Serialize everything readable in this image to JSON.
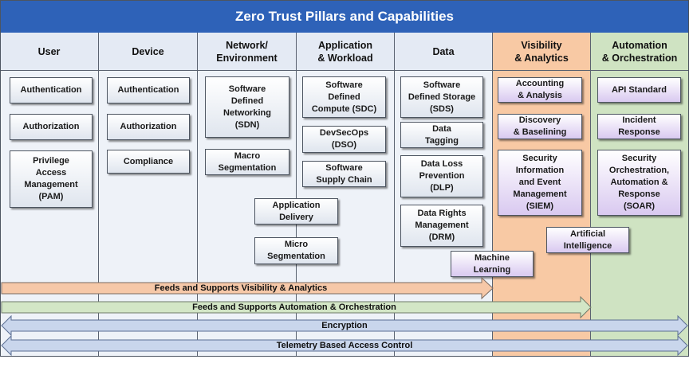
{
  "diagram": {
    "title": "Zero Trust Pillars and Capabilities",
    "columns": [
      {
        "label": "User"
      },
      {
        "label": "Device"
      },
      {
        "label": "Network/\nEnvironment"
      },
      {
        "label": "Application\n& Workload"
      },
      {
        "label": "Data"
      },
      {
        "label": "Visibility\n& Analytics"
      },
      {
        "label": "Automation\n& Orchestration"
      }
    ],
    "capabilities": {
      "user_authentication": "Authentication",
      "user_authorization": "Authorization",
      "user_pam": "Privilege\nAccess\nManagement\n(PAM)",
      "device_authentication": "Authentication",
      "device_authorization": "Authorization",
      "device_compliance": "Compliance",
      "network_sdn": "Software\nDefined\nNetworking\n(SDN)",
      "network_macro": "Macro\nSegmentation",
      "app_sdc": "Software\nDefined\nCompute (SDC)",
      "app_devsecops": "DevSecOps\n(DSO)",
      "app_supply_chain": "Software\nSupply Chain",
      "app_delivery": "Application\nDelivery",
      "micro_segmentation": "Micro\nSegmentation",
      "data_sds": "Software\nDefined Storage\n(SDS)",
      "data_tagging": "Data\nTagging",
      "data_dlp": "Data Loss\nPrevention\n(DLP)",
      "data_drm": "Data Rights\nManagement\n(DRM)",
      "machine_learning": "Machine\nLearning",
      "vis_accounting": "Accounting\n& Analysis",
      "vis_discovery": "Discovery\n& Baselining",
      "vis_siem": "Security\nInformation\nand Event\nManagement\n(SIEM)",
      "artificial_intelligence": "Artificial\nIntelligence",
      "auto_api": "API Standard",
      "auto_incident": "Incident\nResponse",
      "auto_soar": "Security\nOrchestration,\nAutomation &\nResponse\n(SOAR)"
    },
    "bands": {
      "feeds_visibility": "Feeds and Supports Visibility & Analytics",
      "feeds_automation": "Feeds and Supports Automation & Orchestration",
      "encryption": "Encryption",
      "telemetry": "Telemetry Based Access Control"
    },
    "colors": {
      "title_bg": "#2e62b8",
      "column_bg": "#eef2f8",
      "visibility_bg": "#f8c9a4",
      "automation_bg": "#cfe3c2",
      "capability_box": "#dfe5ee",
      "analytics_box": "#d9c9f0",
      "feeds_visibility_arrow": "#f6c8a8",
      "feeds_automation_arrow": "#d3e6c6",
      "bidirectional_arrow": "#c9d6ec"
    }
  }
}
